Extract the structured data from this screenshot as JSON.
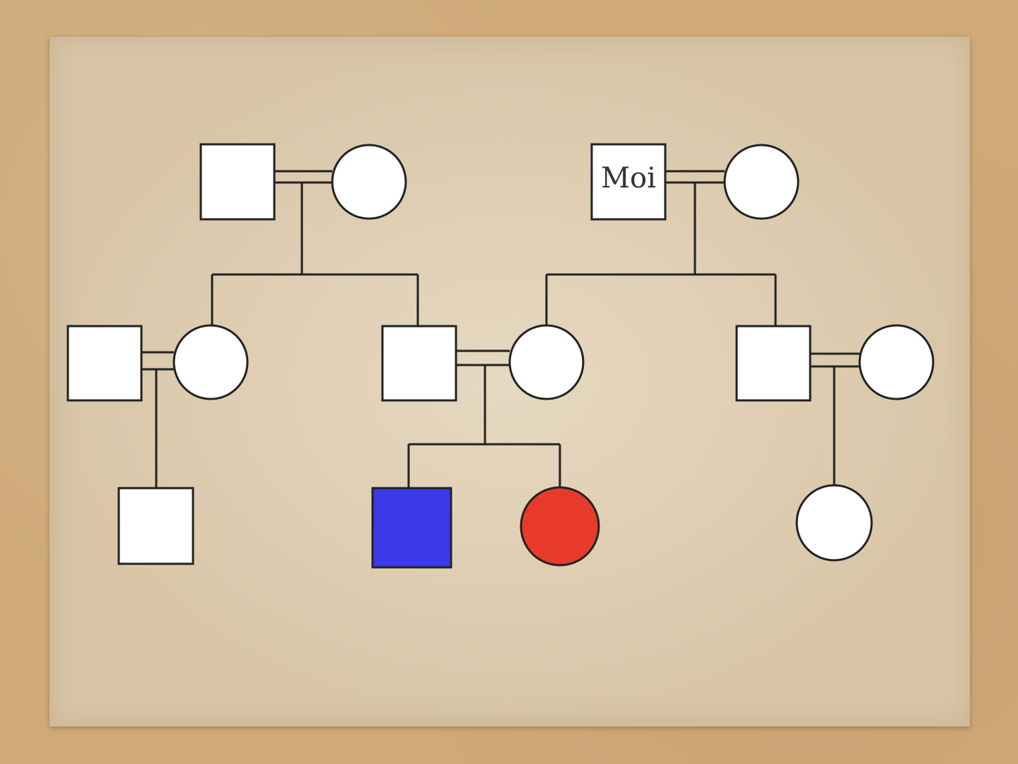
{
  "pedigree": {
    "labels": {
      "moi": "Moi"
    },
    "colors": {
      "highlight_male": "#3a3ae8",
      "highlight_female": "#e83a2a",
      "symbol_fill": "#ffffff",
      "line": "#222222"
    },
    "members": {
      "gen1": [
        {
          "id": "g1-couple1-male",
          "sex": "male"
        },
        {
          "id": "g1-couple1-female",
          "sex": "female"
        },
        {
          "id": "g1-couple2-male-moi",
          "sex": "male",
          "label": "Moi"
        },
        {
          "id": "g1-couple2-female",
          "sex": "female"
        }
      ],
      "gen2": [
        {
          "id": "g2-spouse-left-male",
          "sex": "male"
        },
        {
          "id": "g2-child-left-female",
          "sex": "female"
        },
        {
          "id": "g2-child-mid-male",
          "sex": "male"
        },
        {
          "id": "g2-child-mid-female",
          "sex": "female"
        },
        {
          "id": "g2-child-right-male",
          "sex": "male"
        },
        {
          "id": "g2-spouse-right-female",
          "sex": "female"
        }
      ],
      "gen3": [
        {
          "id": "g3-left-male",
          "sex": "male"
        },
        {
          "id": "g3-mid-male",
          "sex": "male",
          "highlight": "blue"
        },
        {
          "id": "g3-mid-female",
          "sex": "female",
          "highlight": "red"
        },
        {
          "id": "g3-right-female",
          "sex": "female"
        }
      ]
    }
  }
}
